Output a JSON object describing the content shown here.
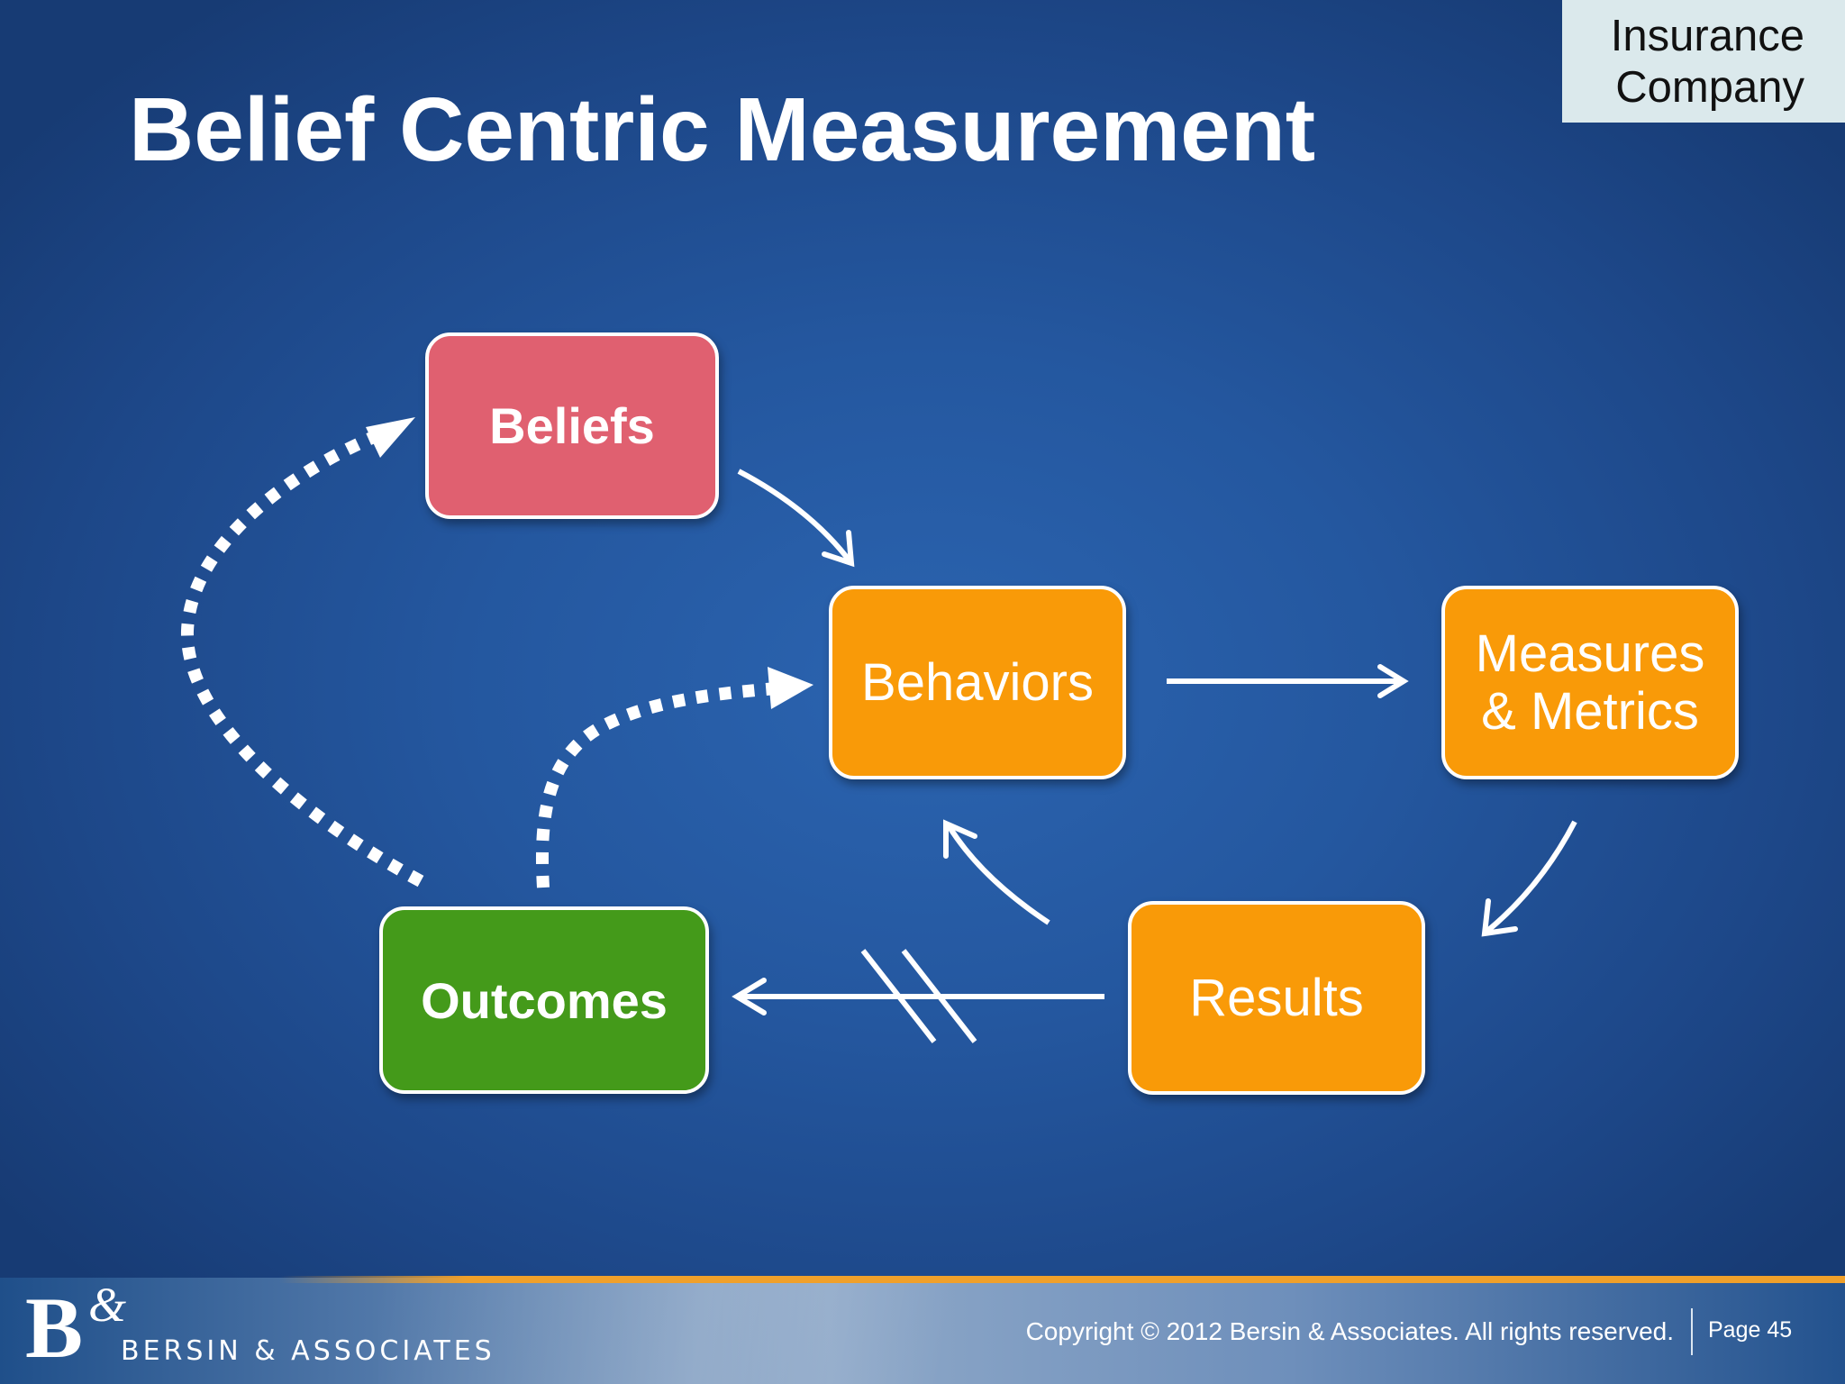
{
  "title": "Belief Centric Measurement",
  "company_tag": {
    "line1": "Insurance",
    "line2": "Company"
  },
  "nodes": {
    "beliefs": "Beliefs",
    "behaviors": "Behaviors",
    "measures": {
      "line1": "Measures",
      "line2": "& Metrics"
    },
    "results": "Results",
    "outcomes": "Outcomes"
  },
  "colors": {
    "beliefs": "#e06070",
    "process": "#f99a08",
    "outcomes": "#449a1a",
    "background": "#24579f",
    "arrows": "#ffffff"
  },
  "edges": [
    {
      "from": "Beliefs",
      "to": "Behaviors",
      "style": "solid"
    },
    {
      "from": "Behaviors",
      "to": "Measures & Metrics",
      "style": "solid"
    },
    {
      "from": "Measures & Metrics",
      "to": "Results",
      "style": "solid"
    },
    {
      "from": "Results",
      "to": "Behaviors",
      "style": "solid"
    },
    {
      "from": "Results",
      "to": "Outcomes",
      "style": "solid-broken"
    },
    {
      "from": "Outcomes",
      "to": "Beliefs",
      "style": "dotted"
    },
    {
      "from": "Outcomes",
      "to": "Behaviors",
      "style": "dotted"
    }
  ],
  "footer": {
    "logo_letter": "B",
    "logo_amp": "&",
    "logo_text": "BERSIN & ASSOCIATES",
    "copyright": "Copyright © 2012 Bersin & Associates. All rights reserved.",
    "page": "Page 45"
  }
}
